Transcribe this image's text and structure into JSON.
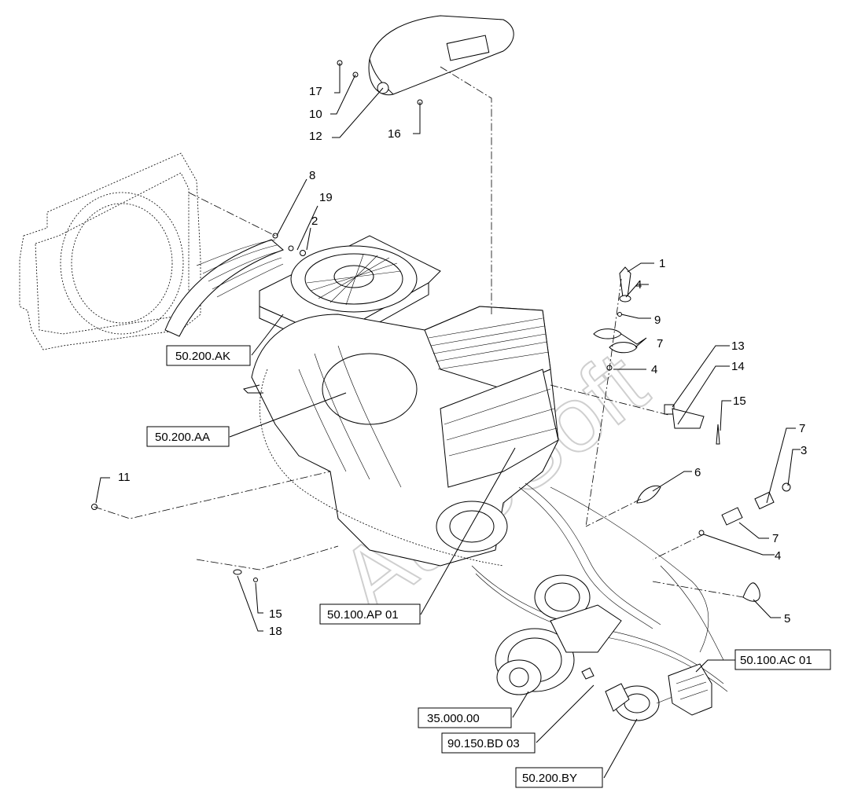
{
  "watermark": "AutoSoft",
  "callouts": [
    {
      "id": "c1",
      "text": "1"
    },
    {
      "id": "c2",
      "text": "2"
    },
    {
      "id": "c3",
      "text": "3"
    },
    {
      "id": "c4a",
      "text": "4"
    },
    {
      "id": "c4b",
      "text": "4"
    },
    {
      "id": "c4c",
      "text": "4"
    },
    {
      "id": "c5",
      "text": "5"
    },
    {
      "id": "c6",
      "text": "6"
    },
    {
      "id": "c7a",
      "text": "7"
    },
    {
      "id": "c7b",
      "text": "7"
    },
    {
      "id": "c7c",
      "text": "7"
    },
    {
      "id": "c8",
      "text": "8"
    },
    {
      "id": "c9",
      "text": "9"
    },
    {
      "id": "c10",
      "text": "10"
    },
    {
      "id": "c11",
      "text": "11"
    },
    {
      "id": "c12",
      "text": "12"
    },
    {
      "id": "c13",
      "text": "13"
    },
    {
      "id": "c14",
      "text": "14"
    },
    {
      "id": "c15a",
      "text": "15"
    },
    {
      "id": "c15b",
      "text": "15"
    },
    {
      "id": "c16",
      "text": "16"
    },
    {
      "id": "c17",
      "text": "17"
    },
    {
      "id": "c18",
      "text": "18"
    },
    {
      "id": "c19",
      "text": "19"
    }
  ],
  "references": [
    {
      "id": "r_ak",
      "text": "50.200.AK"
    },
    {
      "id": "r_aa",
      "text": "50.200.AA"
    },
    {
      "id": "r_ap",
      "text": "50.100.AP 01"
    },
    {
      "id": "r_ac",
      "text": "50.100.AC 01"
    },
    {
      "id": "r_35",
      "text": "35.000.00"
    },
    {
      "id": "r_bd",
      "text": "90.150.BD 03"
    },
    {
      "id": "r_by",
      "text": "50.200.BY"
    }
  ]
}
